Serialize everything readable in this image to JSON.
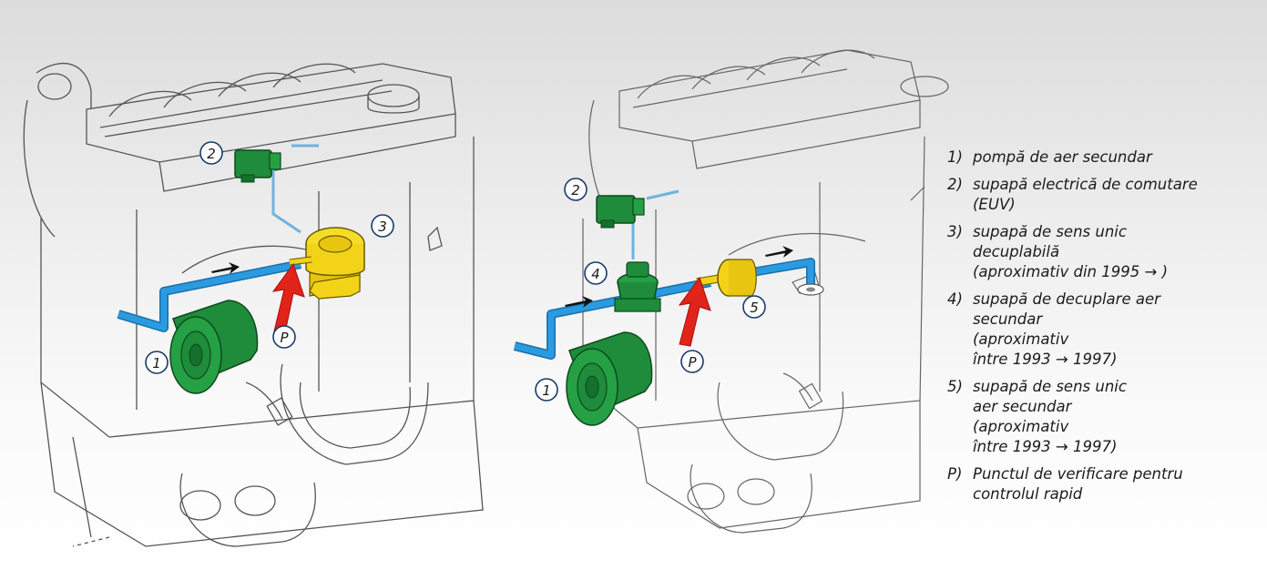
{
  "callout_labels": {
    "one": "1",
    "two": "2",
    "three": "3",
    "four": "4",
    "five": "5",
    "p": "P"
  },
  "legend": [
    {
      "num": "1)",
      "text": "pompă de aer secundar"
    },
    {
      "num": "2)",
      "text": "supapă electrică de comutare\n(EUV)"
    },
    {
      "num": "3)",
      "text": "supapă de sens unic\ndecuplabilă\n(aproximativ din 1995 → )"
    },
    {
      "num": "4)",
      "text": "supapă de decuplare aer\nsecundar\n(aproximativ\nîntre 1993 → 1997)"
    },
    {
      "num": "5)",
      "text": "supapă de sens unic\naer secundar\n(aproximativ\nîntre 1993 → 1997)"
    },
    {
      "num": "P)",
      "text": "Punctul de verificare pentru\ncontrolul rapid"
    }
  ],
  "colors": {
    "pipe_blue": "#2a9be0",
    "component_green": "#1e8c3a",
    "component_yellow": "#f2d318",
    "arrow_red": "#e2231a",
    "callout_border": "#1b3a6b",
    "line_art": "#555555"
  }
}
